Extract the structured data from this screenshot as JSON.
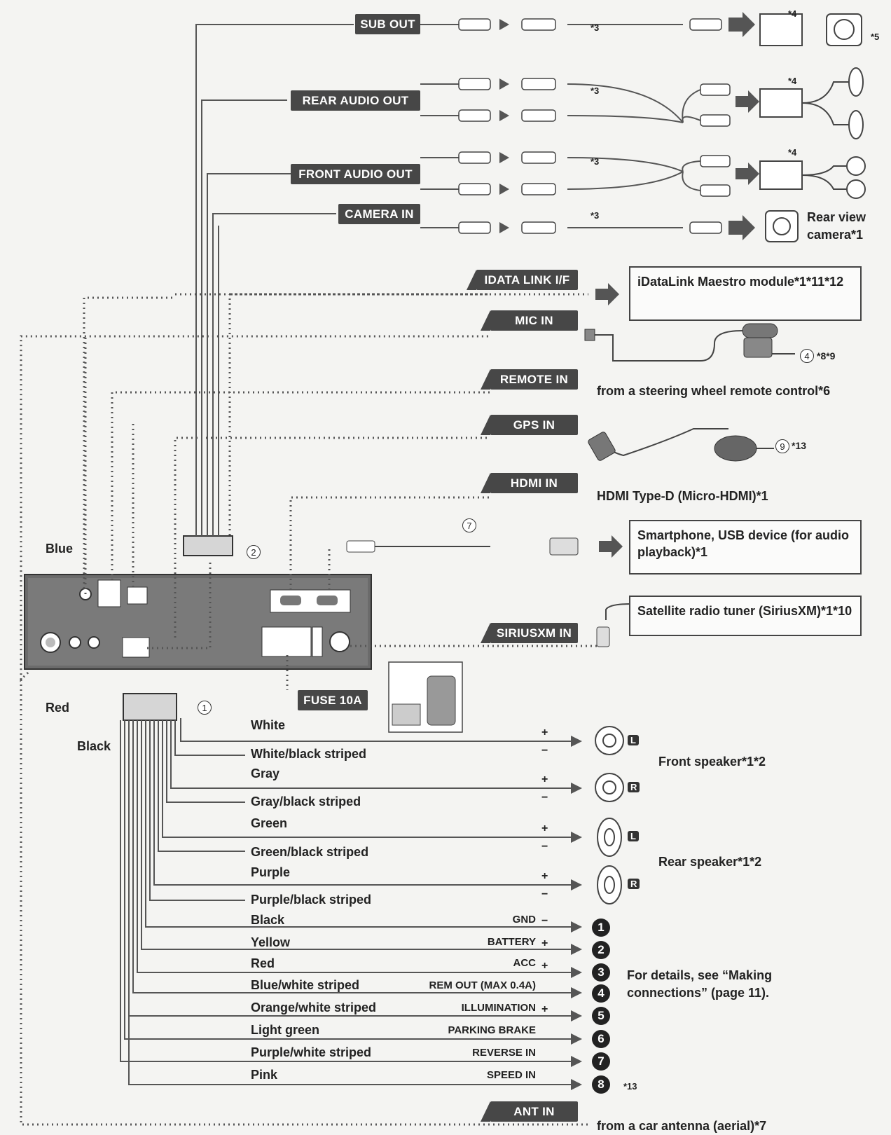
{
  "outputs": {
    "sub_out": "SUB OUT",
    "rear_audio_out": "REAR AUDIO OUT",
    "front_audio_out": "FRONT AUDIO OUT",
    "camera_in": "CAMERA IN",
    "idata_link": "IDATA LINK I/F",
    "mic_in": "MIC IN",
    "remote_in": "REMOTE IN",
    "gps_in": "GPS IN",
    "hdmi_in": "HDMI IN",
    "siriusxm_in": "SIRIUSXM IN",
    "ant_in": "ANT IN",
    "fuse": "FUSE 10A"
  },
  "devices": {
    "note3": "*3",
    "note4": "*4",
    "note5": "*5",
    "rear_view_camera": "Rear view",
    "rear_view_camera2": "camera*1",
    "idatalink": "iDataLink Maestro module*1*11*12",
    "mic_note": "*8*9",
    "mic_num": "4",
    "steering": "from a steering wheel remote control*6",
    "gps_note": "*13",
    "gps_num": "9",
    "hdmi": "HDMI Type-D (Micro-HDMI)*1",
    "usb": "Smartphone, USB device (for audio playback)*1",
    "usb_num": "7",
    "sirius": "Satellite radio tuner (SiriusXM)*1*10",
    "antenna": "from a car antenna (aerial)*7",
    "front_speaker": "Front speaker*1*2",
    "rear_speaker": "Rear speaker*1*2",
    "details": "For details, see “Making connections” (page 11).",
    "speed_note": "*13"
  },
  "unit": {
    "blue": "Blue",
    "red": "Red",
    "black": "Black",
    "conn1": "1",
    "conn2": "2"
  },
  "speaker_wires": [
    "White",
    "White/black striped",
    "Gray",
    "Gray/black striped",
    "Green",
    "Green/black striped",
    "Purple",
    "Purple/black striped"
  ],
  "speaker_channels": [
    "L",
    "R",
    "L",
    "R"
  ],
  "power_wires": [
    {
      "color": "Black",
      "func": "GND",
      "num": "1"
    },
    {
      "color": "Yellow",
      "func": "BATTERY",
      "num": "2"
    },
    {
      "color": "Red",
      "func": "ACC",
      "num": "3"
    },
    {
      "color": "Blue/white striped",
      "func": "REM OUT (MAX 0.4A)",
      "num": "4"
    },
    {
      "color": "Orange/white striped",
      "func": "ILLUMINATION",
      "num": "5"
    },
    {
      "color": "Light green",
      "func": "PARKING BRAKE",
      "num": "6"
    },
    {
      "color": "Purple/white striped",
      "func": "REVERSE IN",
      "num": "7"
    },
    {
      "color": "Pink",
      "func": "SPEED IN",
      "num": "8"
    }
  ],
  "polarity": {
    "plus": "+",
    "minus": "−"
  }
}
